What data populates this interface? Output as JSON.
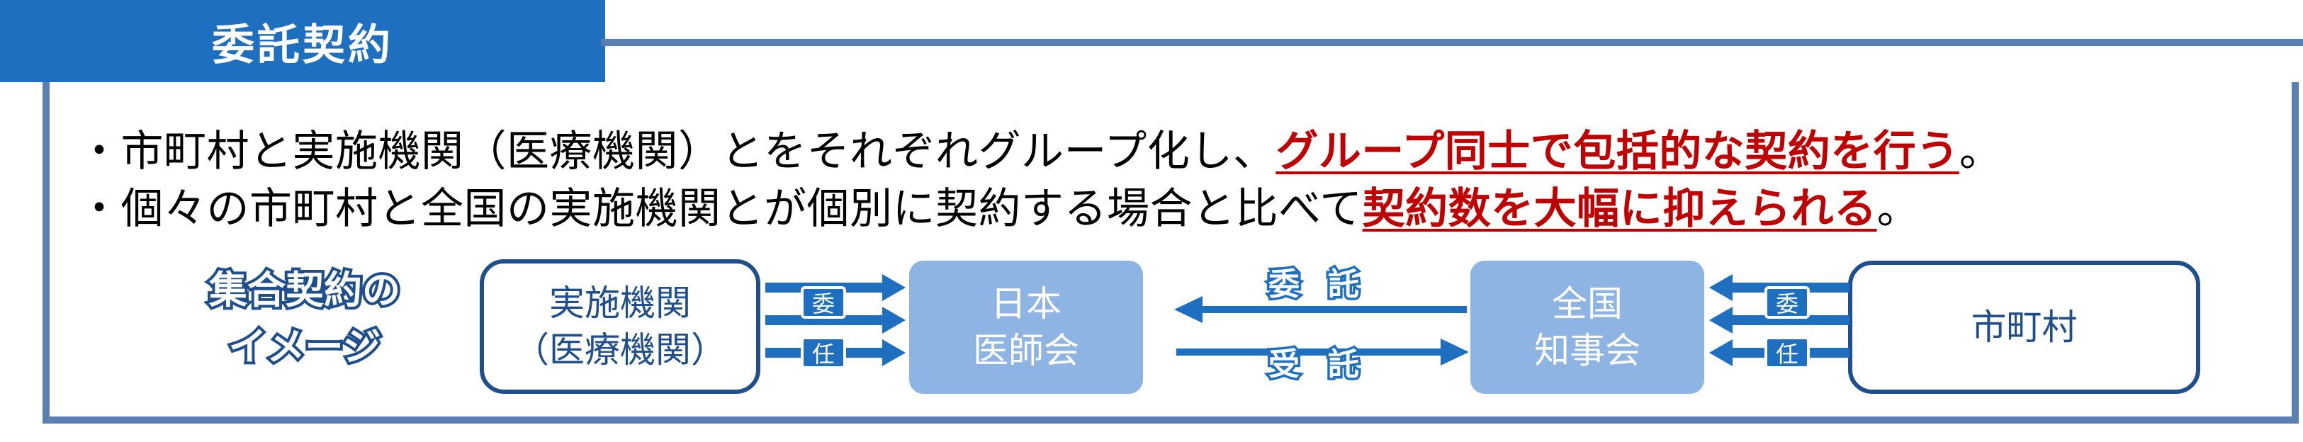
{
  "header": {
    "title": "委託契約"
  },
  "bullets": {
    "line1_pre": "・市町村と実施機関（医療機関）とをそれぞれグループ化し、",
    "line1_emph": "グループ同士で包括的な契約を行う",
    "line1_post": "。",
    "line2_pre": "・個々の市町村と全国の実施機関とが個別に契約する場合と比べて",
    "line2_emph": "契約数を大幅に抑えられる",
    "line2_post": "。"
  },
  "diagram": {
    "image_label_line1": "集合契約の",
    "image_label_line2": "イメージ",
    "node_jisshi_line1": "実施機関",
    "node_jisshi_line2": "（医療機関）",
    "node_nihon_line1": "日本",
    "node_nihon_line2": "医師会",
    "node_zenkoku_line1": "全国",
    "node_zenkoku_line2": "知事会",
    "node_shichoson": "市町村",
    "left_i": "委",
    "left_nin": "任",
    "right_i": "委",
    "right_nin": "任",
    "itaku_label": "委託",
    "jutaku_label": "受託"
  },
  "colors": {
    "tab": "#1F6FC1",
    "panel_border": "#5A7FB3",
    "emphasis": "#C00000",
    "box_fill": "#8DB4E2",
    "box_outline": "#1F4E8C"
  }
}
